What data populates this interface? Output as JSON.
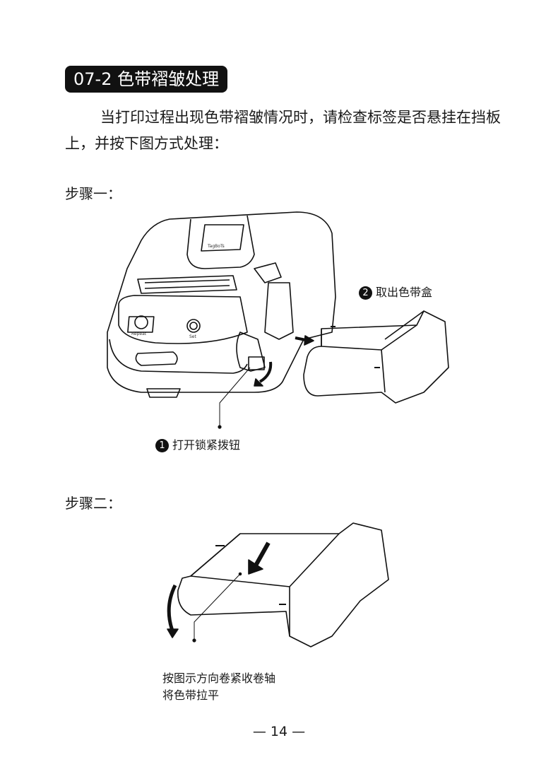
{
  "section_title": "07-2 色带褶皱处理",
  "paragraph": "当打印过程出现色带褶皱情况时，请检查标签是否悬挂在挡板上，并按下图方式处理：",
  "step1": {
    "heading": "步骤一：",
    "callout1_num": "1",
    "callout1": "打开锁紧拨钮",
    "callout2_num": "2",
    "callout2": "取出色带盒",
    "printer_logo": "TagBoTs",
    "button_repeat": "Repeat",
    "button_set": "Set"
  },
  "step2": {
    "heading": "步骤二：",
    "callout_line1": "按图示方向卷紧收卷轴",
    "callout_line2": "将色带拉平"
  },
  "page_number": "— 14 —"
}
